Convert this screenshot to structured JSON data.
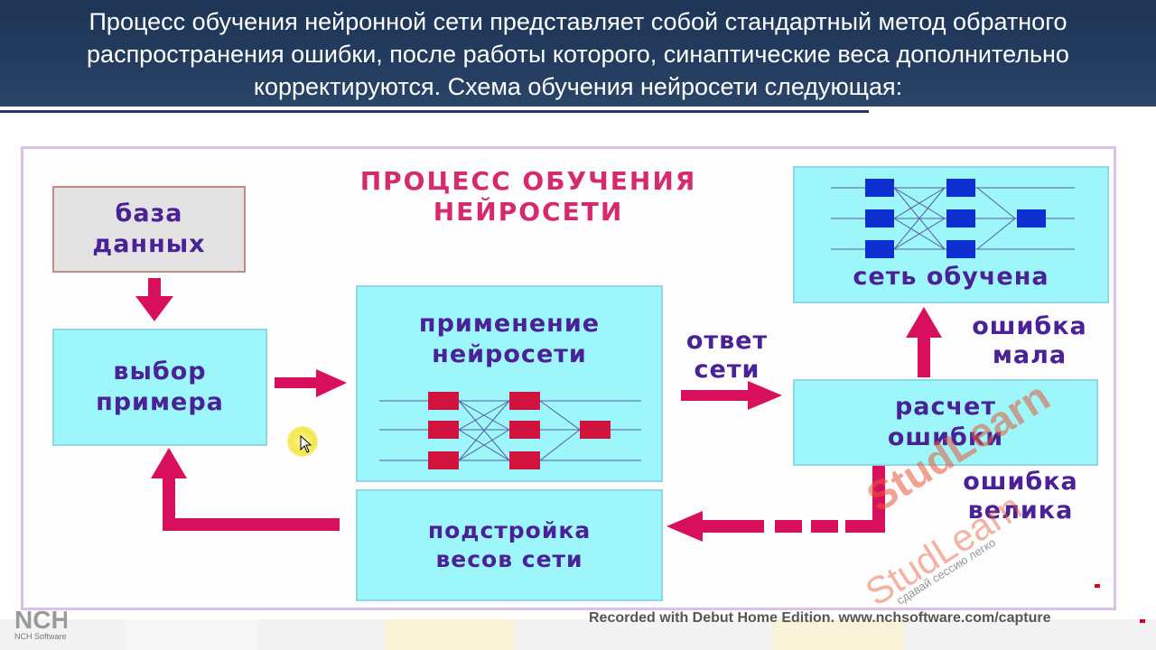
{
  "header": {
    "text": "Процесс обучения нейронной сети представляет собой стандартный метод обратного распространения ошибки, после работы которого, синаптические веса дополнительно корректируются. Схема обучения нейросети следующая:"
  },
  "diagram": {
    "title": "ПРОЦЕСС ОБУЧЕНИЯ НЕЙРОСЕТИ",
    "database": "база данных",
    "select_sample": "выбор примера",
    "apply_network": "применение нейросети",
    "network_answer": "ответ сети",
    "error_calc": "расчет ошибки",
    "error_small": "ошибка мала",
    "error_large": "ошибка велика",
    "network_trained": "сеть обучена",
    "adjust_weights": "подстройка весов сети"
  },
  "watermark": {
    "brand": "StudLearn",
    "slogan": "сдавай сессию легко"
  },
  "footer": {
    "recorded": "Recorded with Debut Home Edition. www.nchsoftware.com/capture",
    "logo_text": "NCH Software"
  },
  "colors": {
    "box_fill": "#9cf6fa",
    "text_purple": "#4a2196",
    "arrow": "#d80f5d",
    "title": "#d62a6f",
    "blue_node": "#0d2fd0",
    "red_node": "#d0143f"
  }
}
